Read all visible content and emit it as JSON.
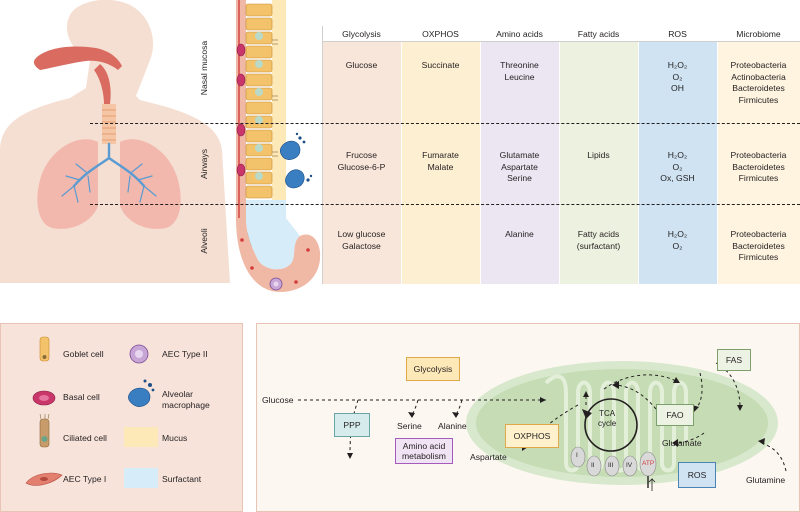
{
  "table": {
    "headers": [
      "Glycolysis",
      "OXPHOS",
      "Amino acids",
      "Fatty acids",
      "ROS",
      "Microbiome"
    ],
    "header_colors": [
      "#f8e6da",
      "#fdefd2",
      "#ebe6f2",
      "#edf1df",
      "#cfe3f2",
      "#fff4e0"
    ],
    "regions": [
      "Nasal mucosa",
      "Airways",
      "Alveoli"
    ],
    "rows": [
      {
        "glycolysis": [
          "Glucose"
        ],
        "oxphos": [
          "Succinate"
        ],
        "amino_acids": [
          "Threonine",
          "Leucine"
        ],
        "fatty_acids": [],
        "ros": [
          "H₂O₂",
          "O₂",
          "OH"
        ],
        "microbiome": [
          "Proteobacteria",
          "Actinobacteria",
          "Bacteroidetes",
          "Firmicutes"
        ]
      },
      {
        "glycolysis": [
          "Frucose",
          "Glucose-6-P"
        ],
        "oxphos": [
          "Fumarate",
          "Malate"
        ],
        "amino_acids": [
          "Glutamate",
          "Aspartate",
          "Serine"
        ],
        "fatty_acids": [
          "Lipids"
        ],
        "ros": [
          "H₂O₂",
          "O₂",
          "Ox, GSH"
        ],
        "microbiome": [
          "Proteobacteria",
          "Bacteroidetes",
          "Firmicutes"
        ]
      },
      {
        "glycolysis": [
          "Low glucose",
          "Galactose"
        ],
        "oxphos": [],
        "amino_acids": [
          "Alanine"
        ],
        "fatty_acids": [
          "Fatty acids",
          "(surfactant)"
        ],
        "ros": [
          "H₂O₂",
          "O₂"
        ],
        "microbiome": [
          "Proteobacteria",
          "Bacteroidetes",
          "Firmicutes"
        ]
      }
    ]
  },
  "legend": {
    "goblet": "Goblet cell",
    "basal": "Basal cell",
    "ciliated": "Ciliated cell",
    "aec1": "AEC Type I",
    "aec2": "AEC Type II",
    "macrophage_line1": "Alveolar",
    "macrophage_line2": "macrophage",
    "mucus": "Mucus",
    "surfactant": "Surfactant",
    "mucus_color": "#fde8b8",
    "surfactant_color": "#d6ecf8"
  },
  "pathway": {
    "glucose": "Glucose",
    "glycolysis": "Glycolysis",
    "ppp": "PPP",
    "serine": "Serine",
    "alanine": "Alanine",
    "amino_acid_metabolism_1": "Amino acid",
    "amino_acid_metabolism_2": "metabolism",
    "aspartate": "Aspartate",
    "oxphos": "OXPHOS",
    "tca_1": "TCA",
    "tca_2": "cycle",
    "fas": "FAS",
    "fao": "FAO",
    "glutamate": "Glutamate",
    "glutamine": "Glutamine",
    "ros": "ROS",
    "complex_1": "I",
    "complex_2": "II",
    "complex_3": "III",
    "complex_4": "IV",
    "atp": "ATP"
  }
}
